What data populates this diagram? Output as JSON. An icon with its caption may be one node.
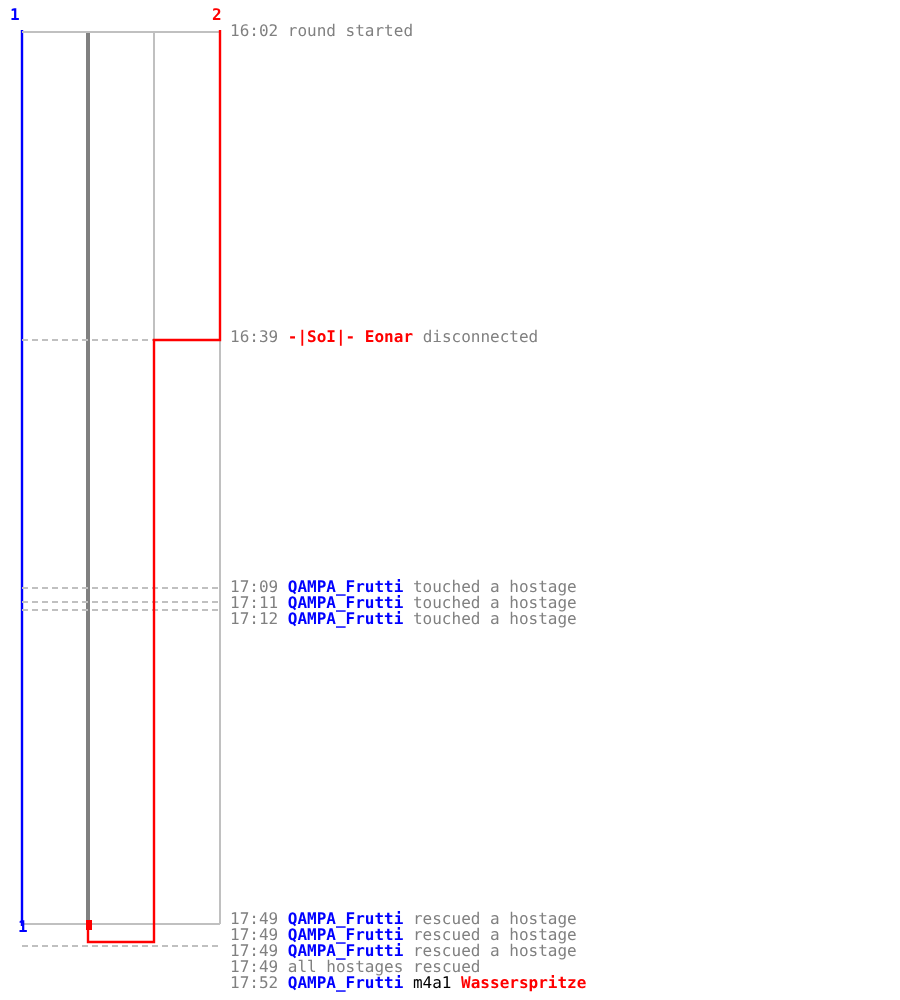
{
  "diagram": {
    "labels": [
      "1",
      "2",
      "16:02",
      "round started",
      "16:39",
      "-|SoI|- Eonar",
      "disconnected",
      "17:09",
      "QAMPA_Frutti",
      "touched a hostage",
      "17:11",
      "QAMPA_Frutti",
      "touched a hostage",
      "17:12",
      "QAMPA_Frutti",
      "touched a hostage",
      "1",
      "17:49",
      "QAMPA_Frutti",
      "rescued a hostage",
      "17:49",
      "QAMPA_Frutti",
      "rescued a hostage",
      "17:49",
      "QAMPA_Frutti",
      "rescued a hostage",
      "17:49",
      "all hostages rescued",
      "17:52",
      "QAMPA_Frutti",
      "m4a1",
      "Wasserspritze"
    ]
  }
}
